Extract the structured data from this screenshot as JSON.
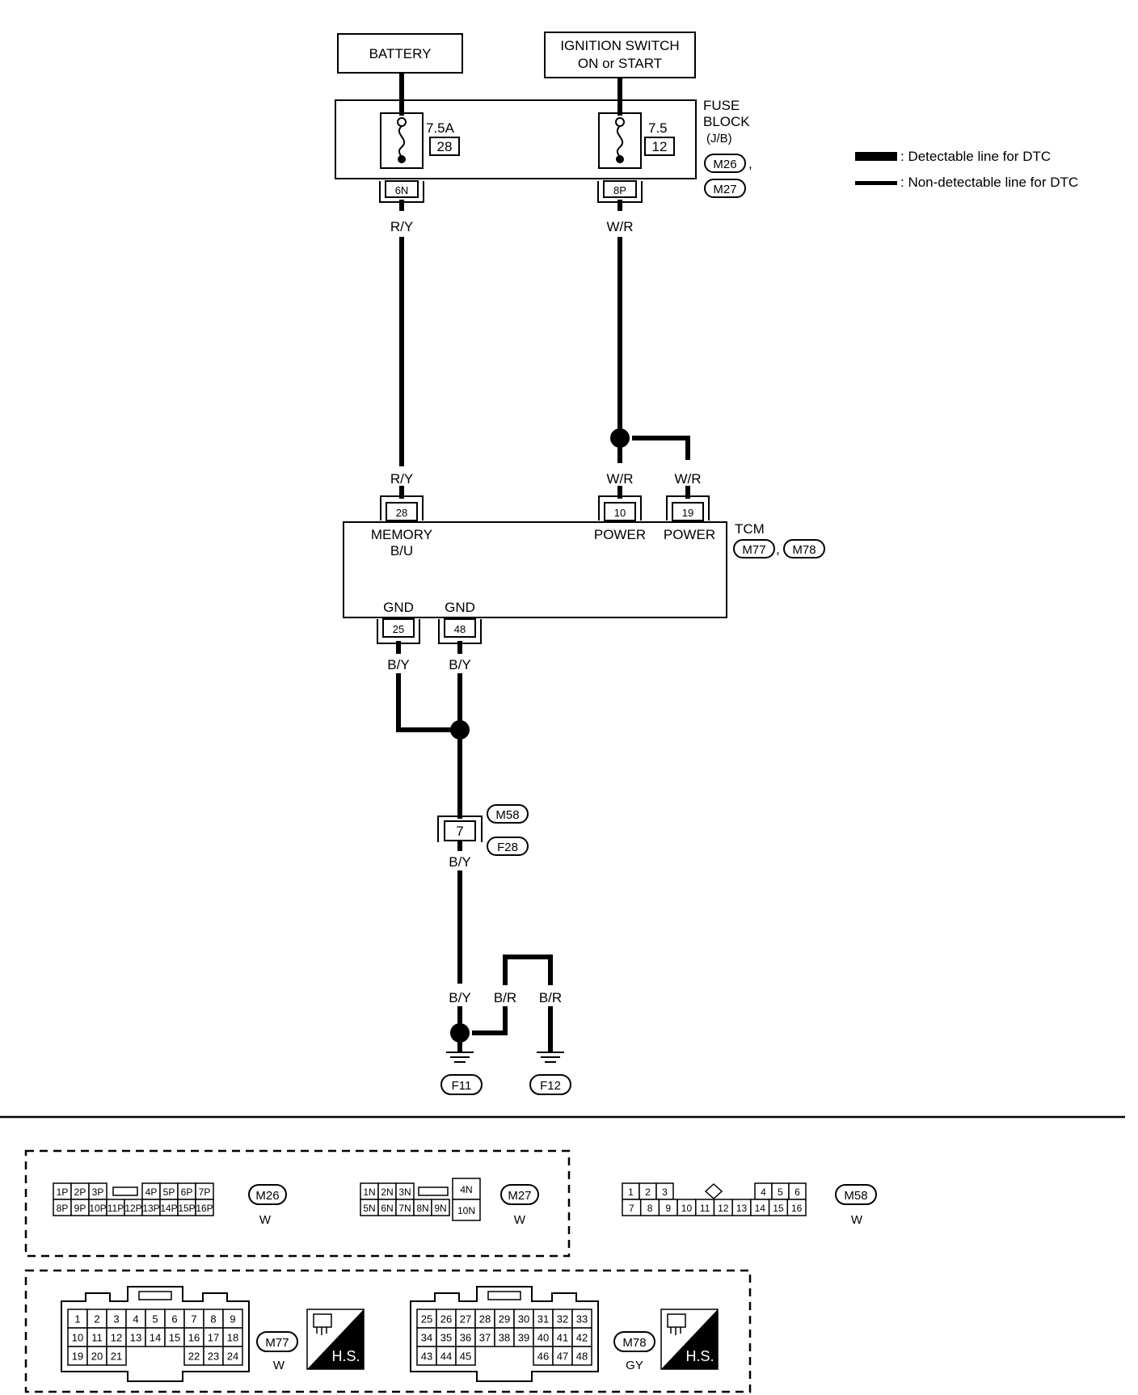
{
  "supplies": {
    "battery": "BATTERY",
    "ignition_line1": "IGNITION SWITCH",
    "ignition_line2": "ON or START"
  },
  "fuse_block": {
    "title_line1": "FUSE",
    "title_line2": "BLOCK",
    "title_line3": "(J/B)",
    "connector1": "M26",
    "separator": ",",
    "connector2": "M27",
    "fuse_left": {
      "rating": "7.5A",
      "number": "28",
      "terminal": "6N"
    },
    "fuse_right": {
      "rating": "7.5",
      "number": "12",
      "terminal": "8P"
    }
  },
  "legend": {
    "detectable": ": Detectable line for DTC",
    "non_detectable": ": Non-detectable line for DTC"
  },
  "wires": {
    "ry": "R/Y",
    "wr": "W/R",
    "by": "B/Y",
    "br": "B/R"
  },
  "tcm": {
    "name": "TCM",
    "connector1": "M77",
    "separator": ",",
    "connector2": "M78",
    "pins": {
      "memory": {
        "number": "28",
        "label_line1": "MEMORY",
        "label_line2": "B/U"
      },
      "power1": {
        "number": "10",
        "label": "POWER"
      },
      "power2": {
        "number": "19",
        "label": "POWER"
      },
      "gnd1": {
        "number": "25",
        "label": "GND"
      },
      "gnd2": {
        "number": "48",
        "label": "GND"
      }
    }
  },
  "joint_connector": {
    "terminal": "7",
    "upper": "M58",
    "lower": "F28"
  },
  "grounds": {
    "left": "F11",
    "right": "F12"
  },
  "connector_views": {
    "m26": {
      "id": "M26",
      "color": "W",
      "row1": [
        "1P",
        "2P",
        "3P",
        "4P",
        "5P",
        "6P",
        "7P"
      ],
      "row2": [
        "8P",
        "9P",
        "10P",
        "11P",
        "12P",
        "13P",
        "14P",
        "15P",
        "16P"
      ]
    },
    "m27": {
      "id": "M27",
      "color": "W",
      "row1": [
        "1N",
        "2N",
        "3N"
      ],
      "row2": [
        "5N",
        "6N",
        "7N",
        "8N",
        "9N"
      ],
      "side": [
        "4N",
        "10N"
      ]
    },
    "m58": {
      "id": "M58",
      "color": "W",
      "row1": [
        "1",
        "2",
        "3",
        "4",
        "5",
        "6"
      ],
      "row2": [
        "7",
        "8",
        "9",
        "10",
        "11",
        "12",
        "13",
        "14",
        "15",
        "16"
      ]
    },
    "m77": {
      "id": "M77",
      "color": "W",
      "hs": "H.S.",
      "row1": [
        "1",
        "2",
        "3",
        "4",
        "5",
        "6",
        "7",
        "8",
        "9"
      ],
      "row2": [
        "10",
        "11",
        "12",
        "13",
        "14",
        "15",
        "16",
        "17",
        "18"
      ],
      "row3": [
        "19",
        "20",
        "21",
        "22",
        "23",
        "24"
      ]
    },
    "m78": {
      "id": "M78",
      "color": "GY",
      "hs": "H.S.",
      "row1": [
        "25",
        "26",
        "27",
        "28",
        "29",
        "30",
        "31",
        "32",
        "33"
      ],
      "row2": [
        "34",
        "35",
        "36",
        "37",
        "38",
        "39",
        "40",
        "41",
        "42"
      ],
      "row3": [
        "43",
        "44",
        "45",
        "46",
        "47",
        "48"
      ]
    }
  }
}
